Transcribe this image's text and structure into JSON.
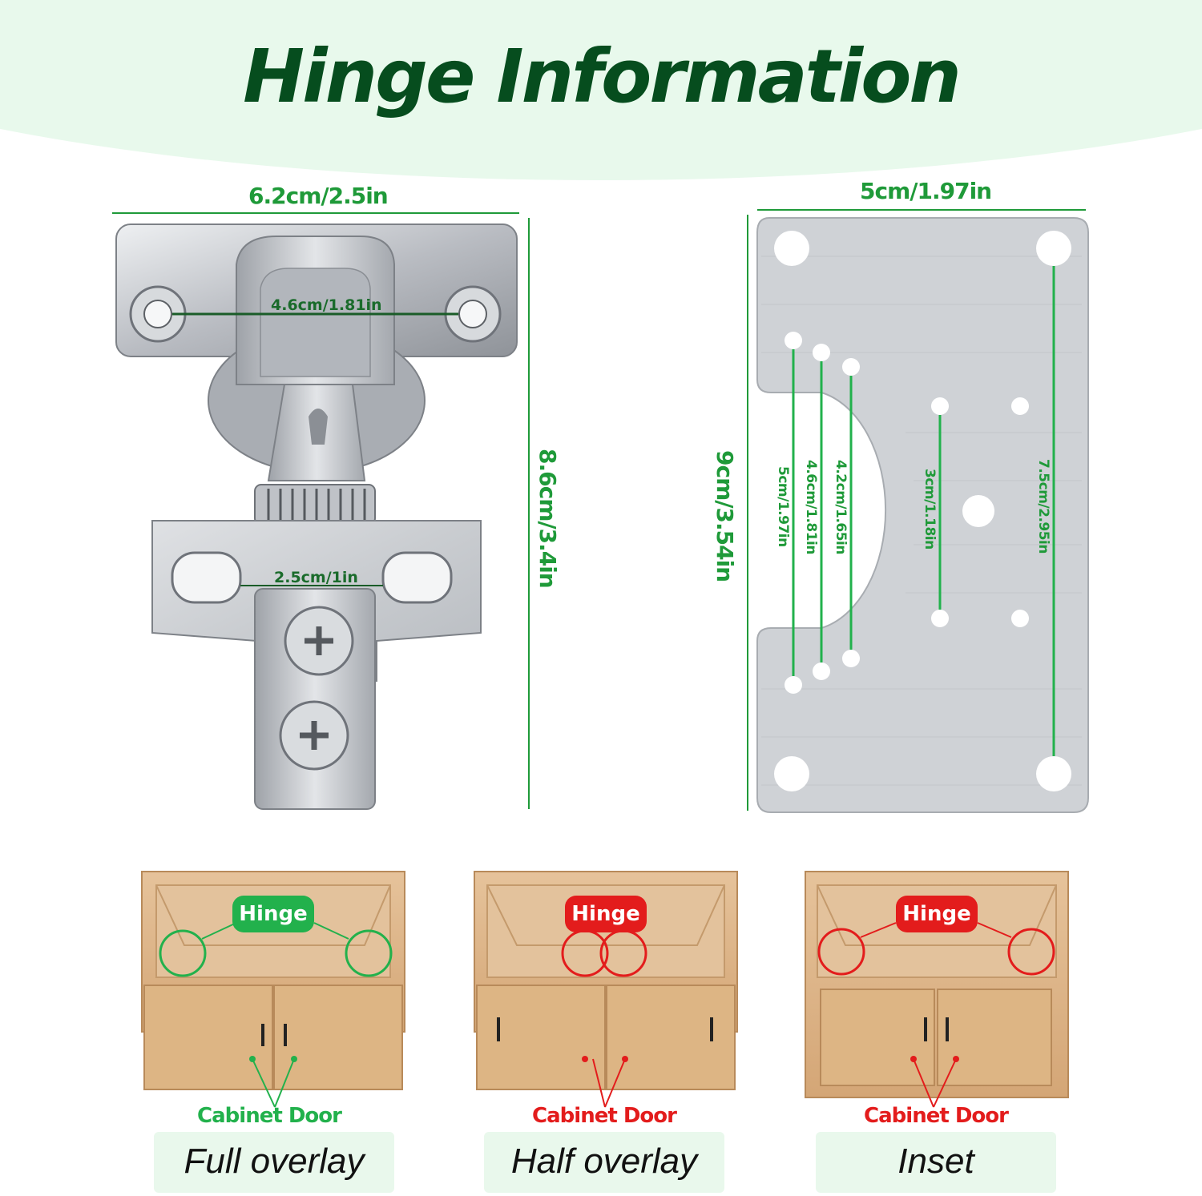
{
  "title": "Hinge Information",
  "colors": {
    "title": "#064d1e",
    "dimension_green": "#1f9a39",
    "title_band": "#e8f9ec",
    "full_overlay_accent": "#22b14c",
    "half_inset_accent": "#e31c1c",
    "metal": "#c8cbd0",
    "wood": "#d9b084"
  },
  "hinge": {
    "width_label": "6.2cm/2.5in",
    "height_label": "8.6cm/3.4in",
    "hole_spacing_label": "4.6cm/1.81in",
    "base_width_label": "2.5cm/1in"
  },
  "template": {
    "width_label": "5cm/1.97in",
    "height_label": "9cm/3.54in",
    "inner_labels": [
      "5cm/1.97in",
      "4.6cm/1.81in",
      "4.2cm/1.65in",
      "3cm/1.18in",
      "7.5cm/2.95in"
    ]
  },
  "cabinets": [
    {
      "style": "Full overlay",
      "tag": "Hinge",
      "door_label": "Cabinet Door",
      "accent": "#22b14c"
    },
    {
      "style": "Half overlay",
      "tag": "Hinge",
      "door_label": "Cabinet Door",
      "accent": "#e31c1c"
    },
    {
      "style": "Inset",
      "tag": "Hinge",
      "door_label": "Cabinet Door",
      "accent": "#e31c1c"
    }
  ]
}
